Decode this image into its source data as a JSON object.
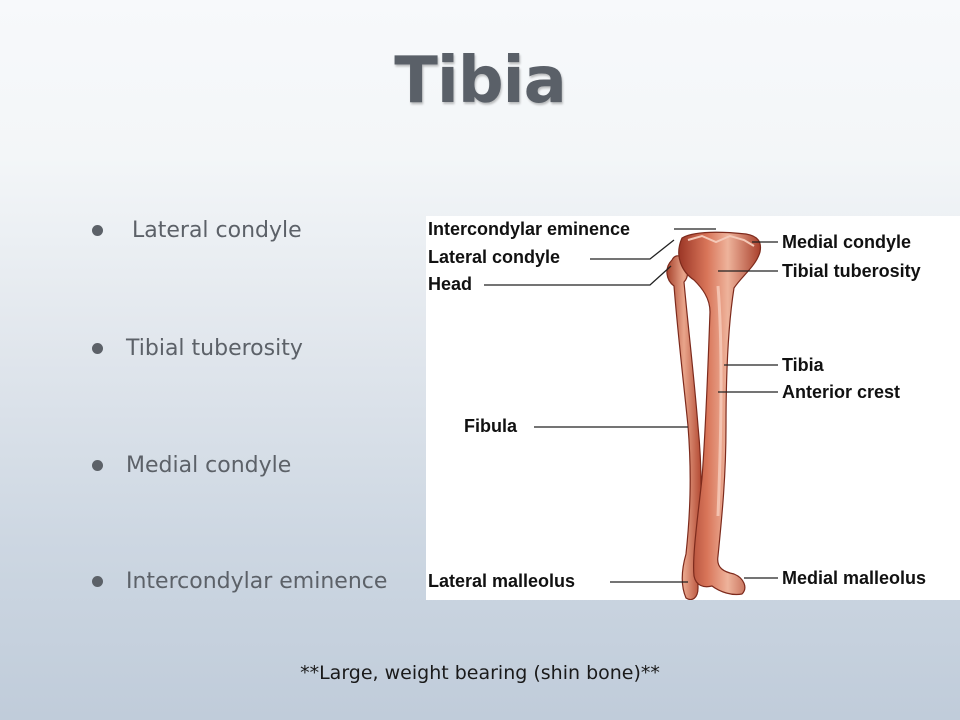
{
  "slide": {
    "title": "Tibia",
    "bullets": [
      {
        "label": "Lateral condyle"
      },
      {
        "label": "Tibial tuberosity"
      },
      {
        "label": "Medial condyle"
      },
      {
        "label": "Intercondylar eminence"
      }
    ],
    "footnote": "**Large, weight bearing (shin bone)**"
  },
  "figure": {
    "labels": {
      "intercondylar_eminence": "Intercondylar eminence",
      "lateral_condyle": "Lateral condyle",
      "head": "Head",
      "fibula": "Fibula",
      "lateral_malleolus": "Lateral malleolus",
      "medial_condyle": "Medial condyle",
      "tibial_tuberosity": "Tibial tuberosity",
      "tibia": "Tibia",
      "anterior_crest": "Anterior crest",
      "medial_malleolus": "Medial malleolus"
    },
    "colors": {
      "bone": "#c95a40",
      "bone_light": "#e7a48b",
      "bone_dark": "#8f2f1f"
    }
  }
}
